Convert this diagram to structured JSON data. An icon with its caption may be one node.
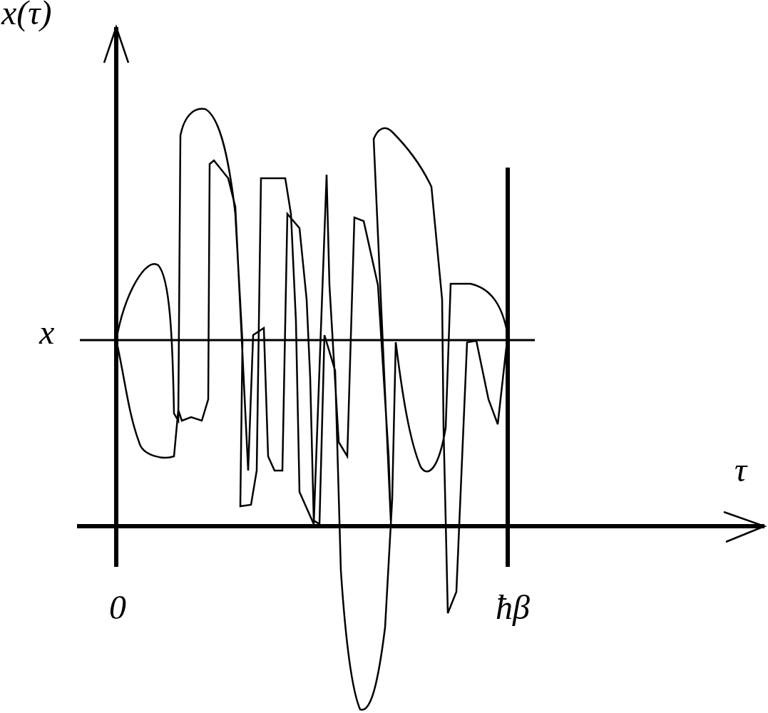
{
  "diagram": {
    "labels": [
      "x(τ)",
      "x",
      "τ",
      "0",
      "ħβ"
    ]
  }
}
